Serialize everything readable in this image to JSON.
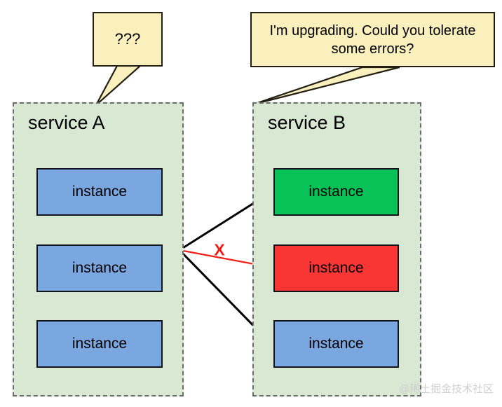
{
  "diagram": {
    "title_left": "service A",
    "title_right": "service B",
    "watermark": "@稀土掘金技术社区",
    "x_mark": "X",
    "colors": {
      "service_container_bg": "#d9e8d3",
      "service_container_border": "#6b6b6b",
      "instance_blue": "#7ba7e0",
      "instance_green": "#06c257",
      "instance_red": "#f93634",
      "bubble_bg": "#faf0be",
      "bubble_border": "#231f14",
      "arrow_ok": "#000000",
      "arrow_blocked": "#f21f16"
    }
  },
  "bubbles": [
    {
      "id": "bubble-a",
      "text": "???",
      "speaker": "service A"
    },
    {
      "id": "bubble-b",
      "line1": "I'm upgrading. Could you tolerate",
      "line2": "some errors?",
      "speaker": "service B"
    }
  ],
  "service_a": {
    "label": "service A",
    "instances": [
      {
        "label": "instance",
        "state": "normal",
        "color": "#7ba7e0"
      },
      {
        "label": "instance",
        "state": "normal",
        "color": "#7ba7e0"
      },
      {
        "label": "instance",
        "state": "normal",
        "color": "#7ba7e0"
      }
    ]
  },
  "service_b": {
    "label": "service B",
    "instances": [
      {
        "label": "instance",
        "state": "healthy",
        "color": "#06c257"
      },
      {
        "label": "instance",
        "state": "upgrading",
        "color": "#f93634"
      },
      {
        "label": "instance",
        "state": "normal",
        "color": "#7ba7e0"
      }
    ]
  },
  "arrows": [
    {
      "from": "service-a-instance-2",
      "to": "service-b-instance-1",
      "style": "solid-black",
      "status": "allowed"
    },
    {
      "from": "service-a-instance-2",
      "to": "service-b-instance-2",
      "style": "solid-red",
      "status": "blocked",
      "marker": "X"
    },
    {
      "from": "service-a-instance-2",
      "to": "service-b-instance-3",
      "style": "solid-black",
      "status": "allowed"
    }
  ]
}
